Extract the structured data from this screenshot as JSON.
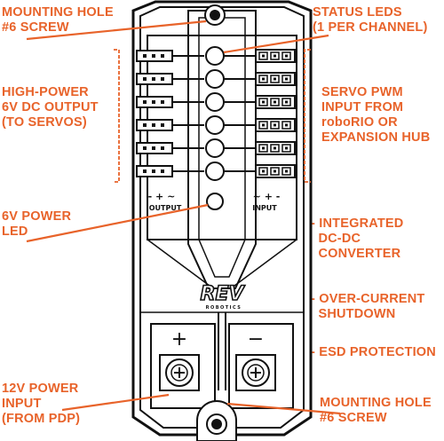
{
  "labels": {
    "mounting_top": "MOUNTING HOLE\n#6 SCREW",
    "high_power": "HIGH-POWER\n6V DC OUTPUT\n(TO SERVOS)",
    "power_led": "6V POWER\nLED",
    "input_12v": "12V POWER\nINPUT\n(FROM PDP)",
    "status_leds": "STATUS LEDS\n(1 PER CHANNEL)",
    "servo_pwm": "SERVO PWM\nINPUT FROM\nroboRIO OR\nEXPANSION HUB",
    "dc_dc": "- INTEGRATED\n  DC-DC\n  CONVERTER",
    "over_current": "- OVER-CURRENT\n  SHUTDOWN",
    "esd": "- ESD PROTECTION",
    "mounting_bottom": "MOUNTING HOLE\n#6 SCREW"
  },
  "device": {
    "output_label": "OUTPUT",
    "input_label": "INPUT",
    "output_pins": "- + ~",
    "input_pins": "~ + -",
    "logo": "REV",
    "logo_sub": "ROBOTICS",
    "plus": "+",
    "minus": "−"
  },
  "colors": {
    "accent": "#e8632a",
    "device": "#1a1a1a",
    "face": "#2c2c2c"
  }
}
